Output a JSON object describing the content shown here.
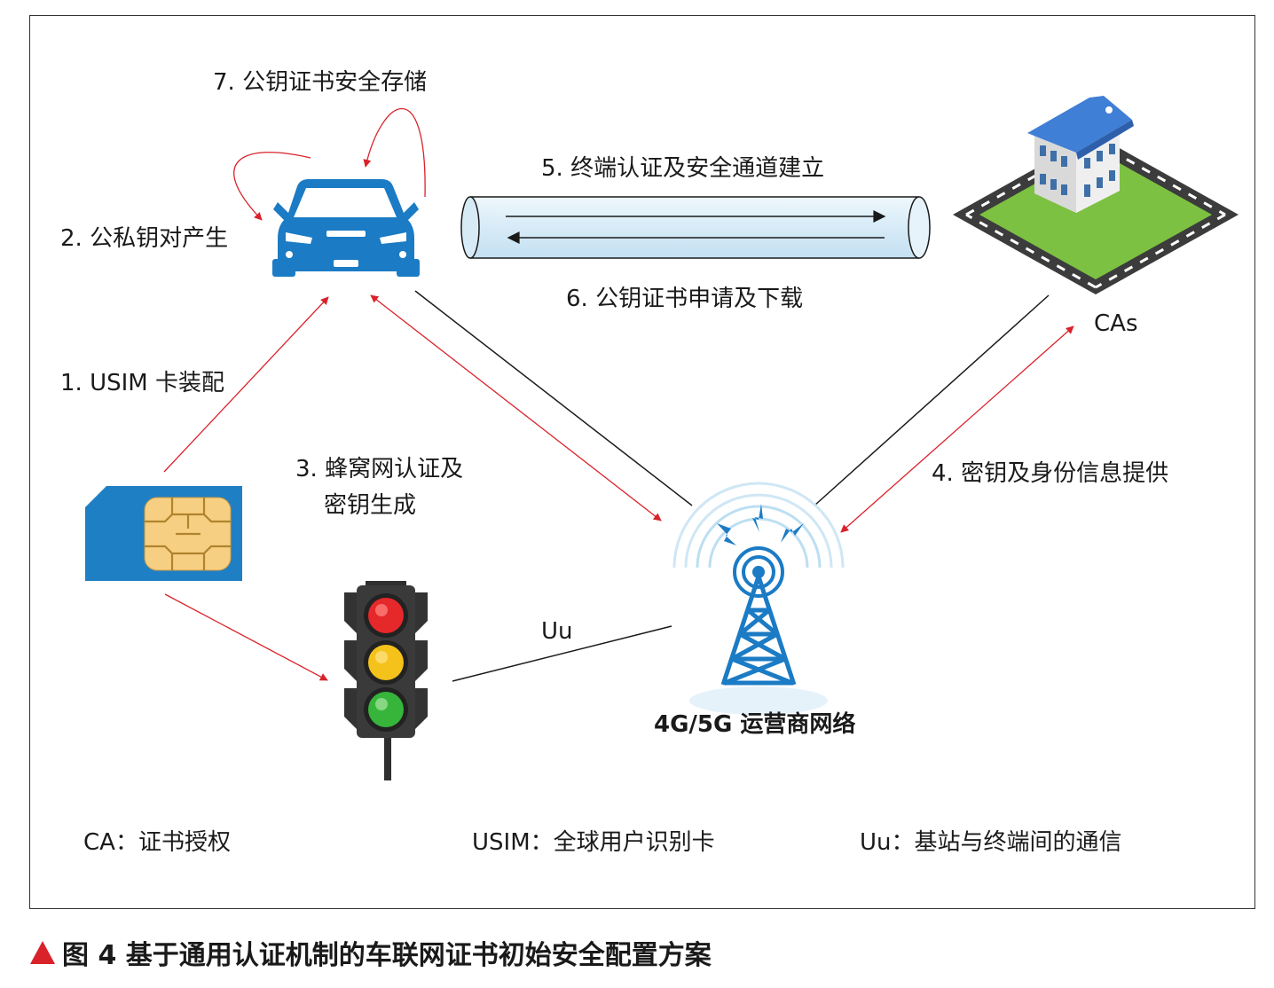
{
  "labels": {
    "step7": "7. 公钥证书安全存储",
    "step5": "5. 终端认证及安全通道建立",
    "step6": "6. 公钥证书申请及下载",
    "step2": "2. 公私钥对产生",
    "step1": "1. USIM 卡装配",
    "step3_line1": "3. 蜂窝网认证及",
    "step3_line2": "密钥生成",
    "step4": "4. 密钥及身份信息提供",
    "cas": "CAs",
    "uu": "Uu",
    "network": "4G/5G 运营商网络"
  },
  "legend": {
    "ca": "CA：证书授权",
    "usim": "USIM：全球用户识别卡",
    "uu": "Uu：基站与终端间的通信"
  },
  "caption": "图 4 基于通用认证机制的车联网证书初始安全配置方案",
  "colors": {
    "car": "#1b7bc4",
    "sim": "#1f7fc4",
    "chip": "#f7cf82",
    "tower": "#1b7bc4",
    "arrow_red": "#d9222a",
    "line_black": "#1a1a1a",
    "tunnel": "#dceef8",
    "house_roof": "#3f7fd6",
    "grass": "#7cc142",
    "road": "#3c3c3c"
  }
}
